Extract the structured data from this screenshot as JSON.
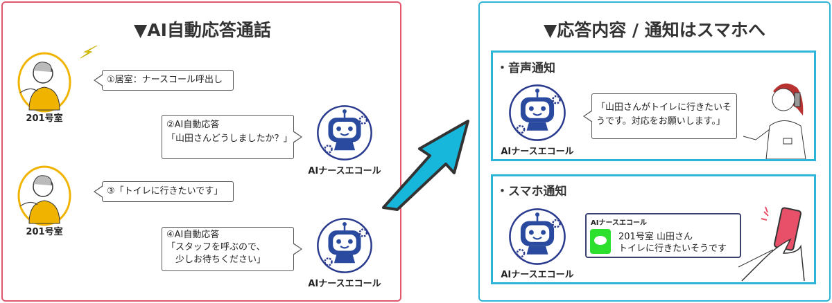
{
  "left_panel": {
    "title": "▼AI自動応答通話",
    "room_label_1": "201号室",
    "room_label_2": "201号室",
    "bubble_1": "①居室：ナースコール呼出し",
    "bubble_2_line1": "②AI自動応答",
    "bubble_2_line2": "「山田さんどうしましたか？」",
    "bubble_3": "③「トイレに行きたいです」",
    "bubble_4_line1": "④AI自動応答",
    "bubble_4_line2": "「スタッフを呼ぶので、",
    "bubble_4_line3": "　少しお待ちください」",
    "robot_label_1": "AIナースエコール",
    "robot_label_2": "AIナースエコール"
  },
  "right_panel": {
    "title": "▼応答内容 / 通知はスマホへ",
    "voice": {
      "heading": "・音声通知",
      "robot_label": "AIナースエコール",
      "message_line1": "「山田さんがトイレに行きたいそ",
      "message_line2": "うです。対応をお願いします。」"
    },
    "smartphone": {
      "heading": "・スマホ通知",
      "robot_label": "AIナースエコール",
      "notification_app": "AIナースエコール",
      "notification_line1": "201号室 山田さん",
      "notification_line2": "トイレに行きたいそうです"
    }
  },
  "colors": {
    "left_border": "#e0566b",
    "right_border": "#2cb5d8",
    "robot": "#2a4aa0",
    "elder": "#f0b400",
    "chat_green": "#2ee02e"
  }
}
